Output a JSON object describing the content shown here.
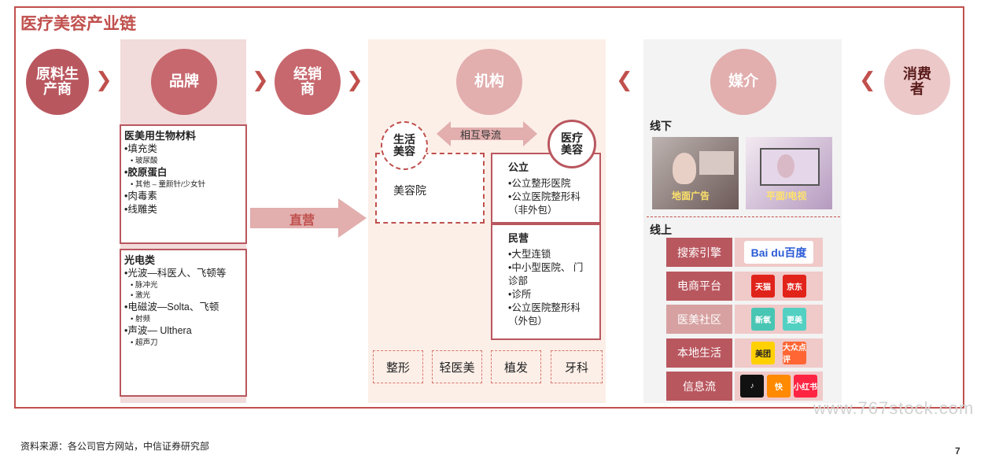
{
  "title": "医疗美容产业链",
  "nodes": {
    "supplier": "原料生产商",
    "brand": "品牌",
    "distributor": "经销商",
    "institution": "机构",
    "media": "媒介",
    "consumer": "消费者"
  },
  "chevrons": {
    "right": "❯",
    "left": "❮"
  },
  "brand_materials": {
    "heading": "医美用生物材料",
    "items": [
      {
        "text": "•填充类",
        "cls": ""
      },
      {
        "text": "• 玻尿酸",
        "cls": "sub"
      },
      {
        "text": "•胶原蛋白",
        "cls": "b"
      },
      {
        "text": "• 其他 – 童颜针/少女针",
        "cls": "sub"
      },
      {
        "text": "•肉毒素",
        "cls": ""
      },
      {
        "text": "•线雕类",
        "cls": ""
      }
    ]
  },
  "brand_optical": {
    "heading": "光电类",
    "items": [
      {
        "text": "•光波—科医人、飞顿等",
        "cls": ""
      },
      {
        "text": "• 脉冲光",
        "cls": "sub"
      },
      {
        "text": "• 激光",
        "cls": "sub"
      },
      {
        "text": "•电磁波—Solta、飞顿",
        "cls": ""
      },
      {
        "text": "• 射频",
        "cls": "sub"
      },
      {
        "text": "•声波— Ulthera",
        "cls": ""
      },
      {
        "text": "• 超声刀",
        "cls": "sub"
      }
    ]
  },
  "direct_sales": "直营",
  "mutual_flow": "相互导流",
  "life_beauty": {
    "label": "生活美容",
    "item": "美容院"
  },
  "medical_beauty": {
    "label": "医疗美容",
    "public": {
      "heading": "公立",
      "items": [
        "•公立整形医院",
        "•公立医院整形科",
        "（非外包）"
      ]
    },
    "private": {
      "heading": "民营",
      "items": [
        "•大型连锁",
        "•中小型医院、 门",
        "诊部",
        "•诊所",
        "•公立医院整形科",
        "（外包）"
      ]
    }
  },
  "services": [
    "整形",
    "轻医美",
    "植发",
    "牙科"
  ],
  "offline": {
    "heading": "线下",
    "items": [
      "地面广告",
      "平面/电视"
    ]
  },
  "online": {
    "heading": "线上",
    "channels": [
      {
        "label": "搜索引擎",
        "light": false,
        "logos": [
          {
            "name": "baidu-logo",
            "text": "Bai du百度",
            "color": "#ffffff",
            "fg": "#2a5bd7",
            "wide": true
          }
        ]
      },
      {
        "label": "电商平台",
        "light": false,
        "logos": [
          {
            "name": "tmall-logo",
            "text": "天猫",
            "color": "#e0231a",
            "fg": "#ffffff",
            "wide": false
          },
          {
            "name": "jd-logo",
            "text": "京东",
            "color": "#e2231a",
            "fg": "#ffffff",
            "wide": false
          }
        ]
      },
      {
        "label": "医美社区",
        "light": true,
        "logos": [
          {
            "name": "soyoung-logo",
            "text": "新氧",
            "color": "#48c6b3",
            "fg": "#ffffff",
            "wide": false
          },
          {
            "name": "gengmei-logo",
            "text": "更美",
            "color": "#52d1c3",
            "fg": "#ffffff",
            "wide": false
          }
        ]
      },
      {
        "label": "本地生活",
        "light": false,
        "logos": [
          {
            "name": "meituan-logo",
            "text": "美团",
            "color": "#ffd100",
            "fg": "#222222",
            "wide": false
          },
          {
            "name": "dianping-logo",
            "text": "大众点评",
            "color": "#ff6633",
            "fg": "#ffffff",
            "wide": false
          }
        ]
      },
      {
        "label": "信息流",
        "light": false,
        "logos": [
          {
            "name": "douyin-logo",
            "text": "♪",
            "color": "#111111",
            "fg": "#ffffff",
            "wide": false
          },
          {
            "name": "kuaishou-logo",
            "text": "快",
            "color": "#ff8a00",
            "fg": "#ffffff",
            "wide": false
          },
          {
            "name": "xiaohongshu-logo",
            "text": "小红书",
            "color": "#ff2442",
            "fg": "#ffffff",
            "wide": false
          }
        ]
      }
    ]
  },
  "source": "资料来源：各公司官方网站，中信证券研究部",
  "page_number": "7",
  "watermark": "www.767stock.com"
}
